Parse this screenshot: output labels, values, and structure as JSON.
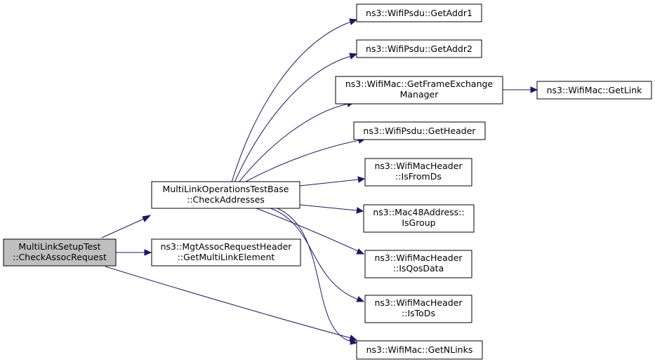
{
  "diagram": {
    "type": "call-graph",
    "colors": {
      "edge": "#191970",
      "node_fill": "#ffffff",
      "root_fill": "#bfbfbf",
      "border": "#000000"
    },
    "nodes": {
      "root": {
        "lines": [
          "MultiLinkSetupTest",
          "::CheckAssocRequest"
        ],
        "highlight": true
      },
      "checkaddr": {
        "lines": [
          "MultiLinkOperationsTestBase",
          "::CheckAddresses"
        ]
      },
      "getmle": {
        "lines": [
          "ns3::MgtAssocRequestHeader",
          "::GetMultiLinkElement"
        ]
      },
      "addr1": {
        "lines": [
          "ns3::WifiPsdu::GetAddr1"
        ]
      },
      "addr2": {
        "lines": [
          "ns3::WifiPsdu::GetAddr2"
        ]
      },
      "fem": {
        "lines": [
          "ns3::WifiMac::GetFrameExchange",
          "Manager"
        ]
      },
      "getlink": {
        "lines": [
          "ns3::WifiMac::GetLink"
        ]
      },
      "header": {
        "lines": [
          "ns3::WifiPsdu::GetHeader"
        ]
      },
      "fromds": {
        "lines": [
          "ns3::WifiMacHeader",
          "::IsFromDs"
        ]
      },
      "group": {
        "lines": [
          "ns3::Mac48Address::",
          "IsGroup"
        ]
      },
      "qos": {
        "lines": [
          "ns3::WifiMacHeader",
          "::IsQosData"
        ]
      },
      "tods": {
        "lines": [
          "ns3::WifiMacHeader",
          "::IsToDs"
        ]
      },
      "nlinks": {
        "lines": [
          "ns3::WifiMac::GetNLinks"
        ]
      }
    },
    "edges": [
      [
        "root",
        "checkaddr"
      ],
      [
        "root",
        "getmle"
      ],
      [
        "root",
        "nlinks"
      ],
      [
        "checkaddr",
        "addr1"
      ],
      [
        "checkaddr",
        "addr2"
      ],
      [
        "checkaddr",
        "fem"
      ],
      [
        "checkaddr",
        "header"
      ],
      [
        "checkaddr",
        "fromds"
      ],
      [
        "checkaddr",
        "group"
      ],
      [
        "checkaddr",
        "qos"
      ],
      [
        "checkaddr",
        "tods"
      ],
      [
        "checkaddr",
        "nlinks"
      ],
      [
        "fem",
        "getlink"
      ]
    ]
  }
}
